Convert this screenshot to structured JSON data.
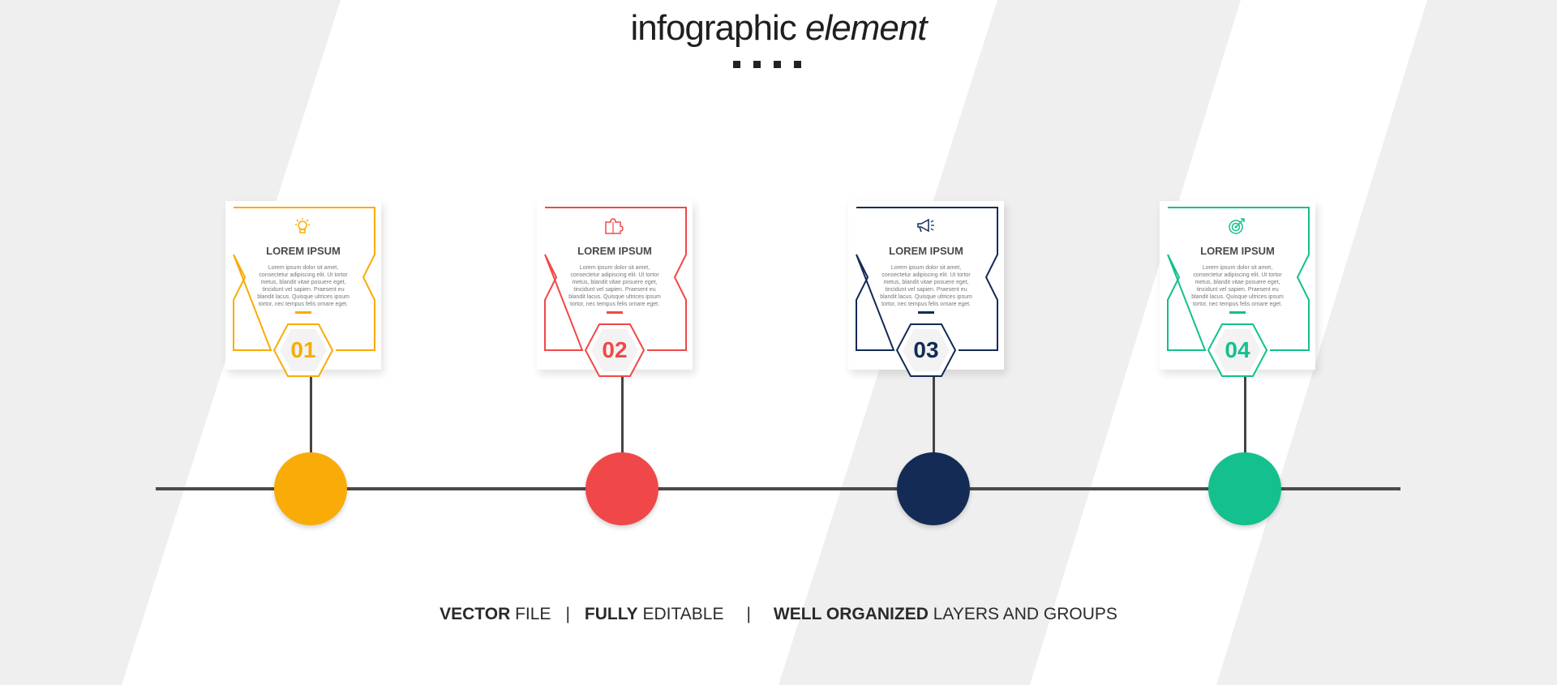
{
  "header": {
    "title_main": "infographic",
    "title_em": "element"
  },
  "steps": [
    {
      "number": "01",
      "title": "LOREM IPSUM",
      "text": "Lorem ipsum dolor sit amet, consectetur adipiscing elit. Ut tortor metus, blandit vitae posuere eget, tincidunt vel sapien. Praesent eu blandit lacus. Quisque ultrices ipsum tortor, nec tempus felis ornare eget.",
      "color": "#f9ab08",
      "icon": "lightbulb-icon"
    },
    {
      "number": "02",
      "title": "LOREM IPSUM",
      "text": "Lorem ipsum dolor sit amet, consectetur adipiscing elit. Ut tortor metus, blandit vitae posuere eget, tincidunt vel sapien. Praesent eu blandit lacus. Quisque ultrices ipsum tortor, nec tempus felis ornare eget.",
      "color": "#f04848",
      "icon": "puzzle-icon"
    },
    {
      "number": "03",
      "title": "LOREM IPSUM",
      "text": "Lorem ipsum dolor sit amet, consectetur adipiscing elit. Ut tortor metus, blandit vitae posuere eget, tincidunt vel sapien. Praesent eu blandit lacus. Quisque ultrices ipsum tortor, nec tempus felis ornare eget.",
      "color": "#132b55",
      "icon": "megaphone-icon"
    },
    {
      "number": "04",
      "title": "LOREM IPSUM",
      "text": "Lorem ipsum dolor sit amet, consectetur adipiscing elit. Ut tortor metus, blandit vitae posuere eget, tincidunt vel sapien. Praesent eu blandit lacus. Quisque ultrices ipsum tortor, nec tempus felis ornare eget.",
      "color": "#14c08d",
      "icon": "target-icon"
    }
  ],
  "footer": {
    "part1_bold": "VECTOR",
    "part1_rest": " FILE",
    "separator": "|",
    "part2_bold": "FULLY",
    "part2_rest": " EDITABLE",
    "part3_bold": "WELL ORGANIZED",
    "part3_rest": " LAYERS AND GROUPS"
  }
}
